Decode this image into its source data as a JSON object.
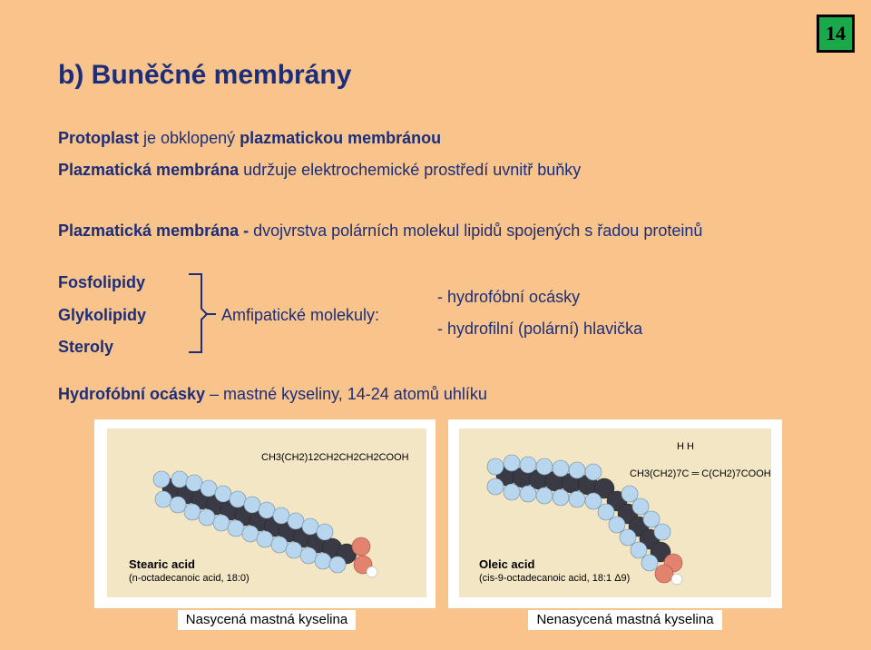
{
  "page_number": "14",
  "title": "b)  Buněčné membrány",
  "line1": {
    "a": "Protoplast",
    "b": " je obklopený ",
    "c": "plazmatickou membránou"
  },
  "line2": {
    "a": "Plazmatická membrána",
    "b": " udržuje elektrochemické prostředí uvnitř buňky"
  },
  "line3": {
    "a": "Plazmatická membrána -",
    "b": " dvojvrstva polárních molekul lipidů spojených s řadou proteinů"
  },
  "lipids": [
    "Fosfolipidy",
    "Glykolipidy",
    "Steroly"
  ],
  "amphipathic_label": "Amfipatické molekuly:",
  "properties": [
    "- hydrofóbní ocásky",
    "- hydrofilní (polární) hlavička"
  ],
  "tails_line": {
    "a": "Hydrofóbní ocásky",
    "b": " – mastné kyseliny, 14-24 atomů uhlíku"
  },
  "figure_left": {
    "formula": "CH3(CH2)12CH2CH2CH2COOH",
    "name": "Stearic acid",
    "subtitle": "(n-octadecanoic acid, 18:0)",
    "caption": "Nasycená mastná kyselina"
  },
  "figure_right": {
    "formula_h": "H      H",
    "formula": "CH3(CH2)7C ═ C(CH2)7COOH",
    "name": "Oleic acid",
    "subtitle": "(cis-9-octadecanoic acid, 18:1 Δ9)",
    "caption": "Nenasycená mastná kyselina"
  },
  "colors": {
    "background": "#f8c48c",
    "text": "#1c2d7a",
    "page_box": "#19a84a",
    "carbon": "#3a3a44",
    "hydrogen": "#b9d6ef",
    "oxygen": "#e3826f"
  }
}
